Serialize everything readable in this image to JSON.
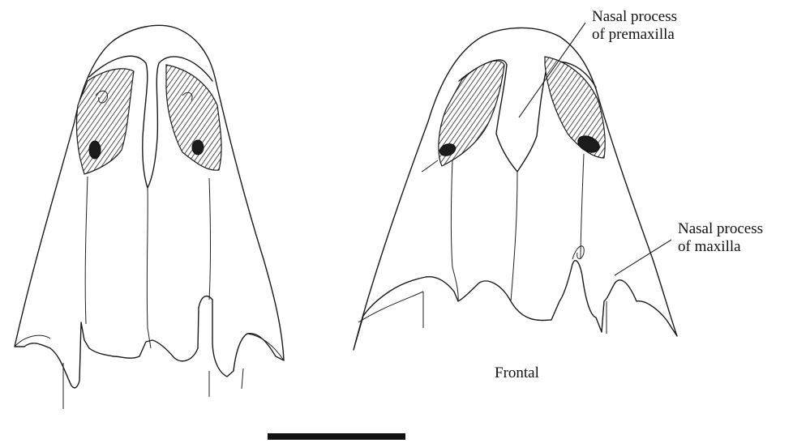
{
  "labels": {
    "premaxilla_line1": "Nasal process",
    "premaxilla_line2": "of premaxilla",
    "maxilla_line1": "Nasal process",
    "maxilla_line2": "of maxilla",
    "frontal": "Frontal"
  },
  "colors": {
    "ink": "#1a1a1a",
    "background": "#ffffff",
    "scale_bar": "#111111"
  }
}
